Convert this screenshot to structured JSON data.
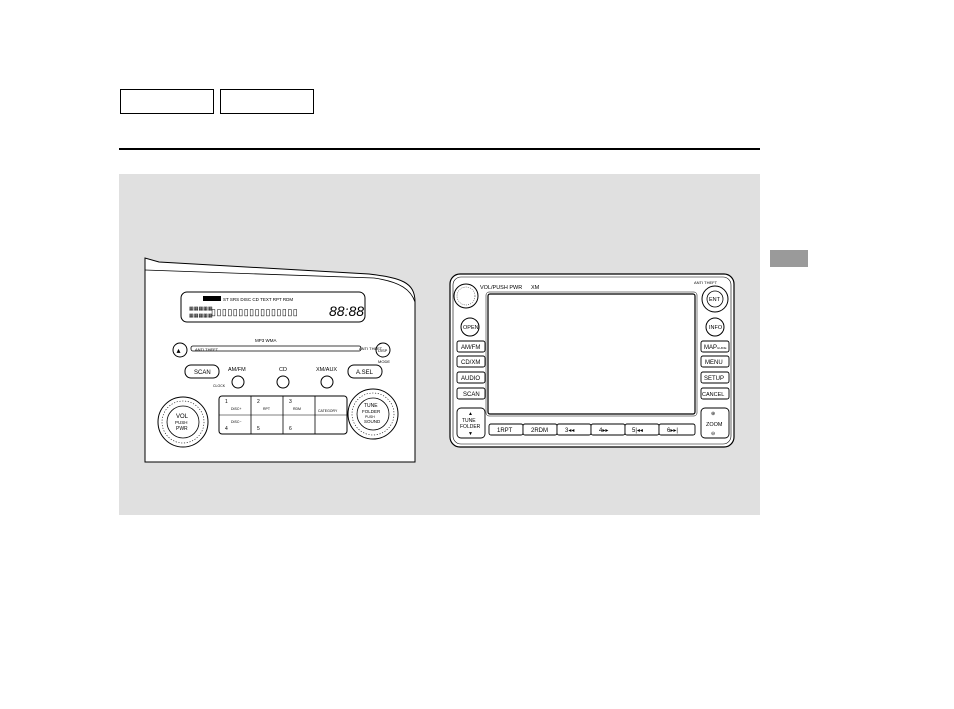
{
  "header": {
    "tabs": [
      "",
      ""
    ]
  },
  "console": {
    "lcd_segments": "ST   SRS  DISC CD    TEXT  RPT RDM",
    "lcd_time": "88:88",
    "slot_label": "MP3 WMA",
    "eject_icon": "eject-icon",
    "disp_label": "DISP",
    "disp_sub": "MODE",
    "anti_theft": "ANTI THEFT",
    "scan": "SCAN",
    "amfm": "AM/FM",
    "cd": "CD",
    "xm_aux": "XM/AUX",
    "asel": "A.SEL",
    "clock": "CLOCK",
    "vol_lines": [
      "VOL",
      "PUSH",
      "PWR"
    ],
    "tune_lines": [
      "TUNE",
      "FOLDER",
      "PUSH",
      "SOUND"
    ],
    "presets_top": [
      "1",
      "2",
      "3"
    ],
    "presets_bottom": [
      "4",
      "5",
      "6"
    ],
    "preset_notes": [
      "DISC+",
      "RPT",
      "RDM",
      "DISC−"
    ],
    "category": "CATEGORY"
  },
  "nav": {
    "vol_pwr": "VOL/PUSH PWR",
    "xm_label": "XM",
    "anti_theft": "ANTI THEFT",
    "ent": "ENT",
    "info": "INFO",
    "open": "OPEN",
    "left_buttons": [
      "AM/FM",
      "CD/XM",
      "AUDIO",
      "SCAN"
    ],
    "right_buttons": [
      "MAP",
      "MENU",
      "SETUP",
      "CANCEL"
    ],
    "map_sub": "GUIDE",
    "tune_folder": [
      "TUNE",
      "FOLDER"
    ],
    "zoom": "ZOOM",
    "bottom_buttons": [
      "1RPT",
      "2RDM",
      "3◂◂",
      "4▸▸",
      "5|◂◂",
      "6▸▸|"
    ]
  }
}
